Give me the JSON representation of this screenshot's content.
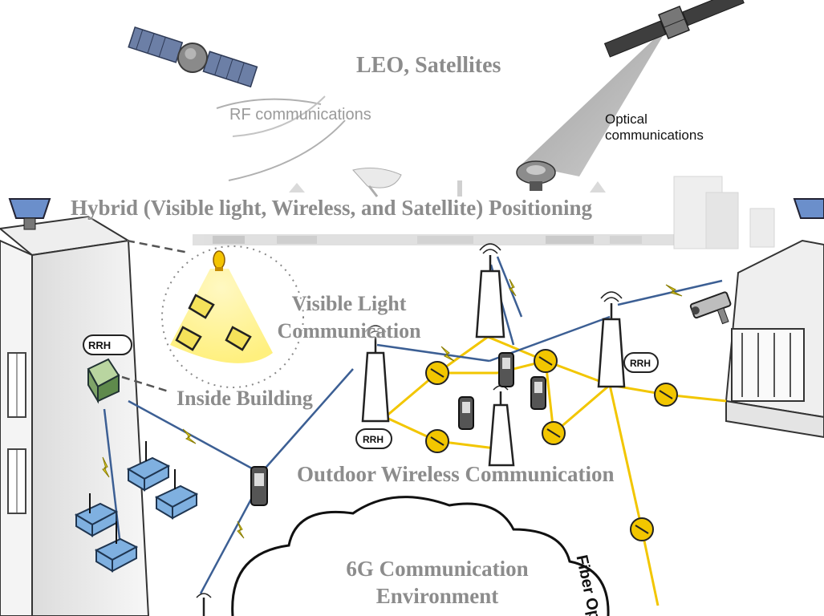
{
  "labels": {
    "leo": "LEO, Satellites",
    "rf": "RF communications",
    "optical_line1": "Optical",
    "optical_line2": "communications",
    "hybrid": "Hybrid (Visible light, Wireless, and Satellite) Positioning",
    "vlc_line1": "Visible Light",
    "vlc_line2": "Communication",
    "inside": "Inside Building",
    "outdoor": "Outdoor Wireless Communication",
    "sixg_line1": "6G Communication",
    "sixg_line2": "Environment",
    "fiber": "Fiber Optic",
    "rrh": "RRH"
  },
  "colors": {
    "label_gray": "#8c8c8c",
    "fiber_yellow": "#f2c600",
    "wireless_blue": "#3c5f94",
    "lightning_yellow": "#e6d42a",
    "light_cone": "#fff2a0",
    "car_blue": "#7fb0e0"
  },
  "icons": [
    "satellite-icon",
    "antenna-icon",
    "phone-icon",
    "router-icon",
    "car-icon",
    "camera-icon",
    "lamp-icon",
    "laptop-icon",
    "dish-icon",
    "building-icon"
  ]
}
